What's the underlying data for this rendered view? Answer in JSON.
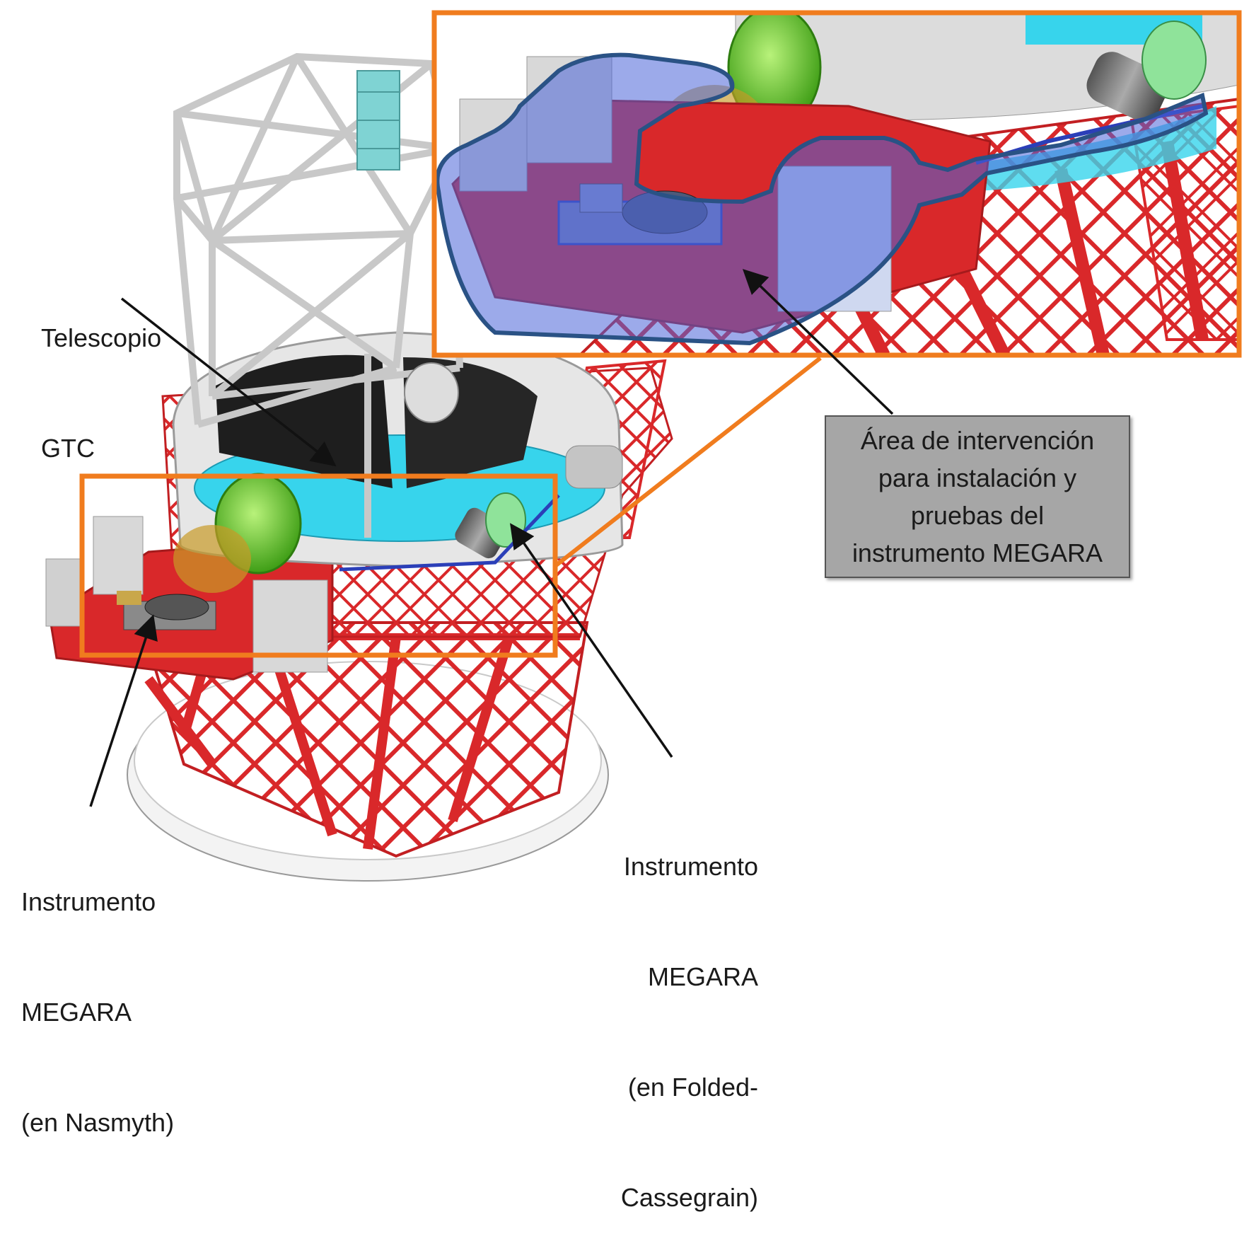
{
  "labels": {
    "telescope": [
      "Telescopio",
      "GTC"
    ],
    "nasmyth": [
      "Instrumento",
      "MEGARA",
      "(en Nasmyth)"
    ],
    "folded": [
      "Instrumento",
      "MEGARA",
      "(en Folded-",
      "Cassegrain)"
    ]
  },
  "callout": [
    "Área de intervención",
    "para instalación y",
    "pruebas del",
    "instrumento MEGARA"
  ],
  "colors": {
    "structure_red": "#d9282a",
    "highlight_orange": "#f07c1e",
    "area_blue": "#3a5fc8",
    "mirror_cyan": "#37d4ec",
    "instrument_green": "#6ad12b",
    "callout_gray": "#a6a6a6"
  }
}
